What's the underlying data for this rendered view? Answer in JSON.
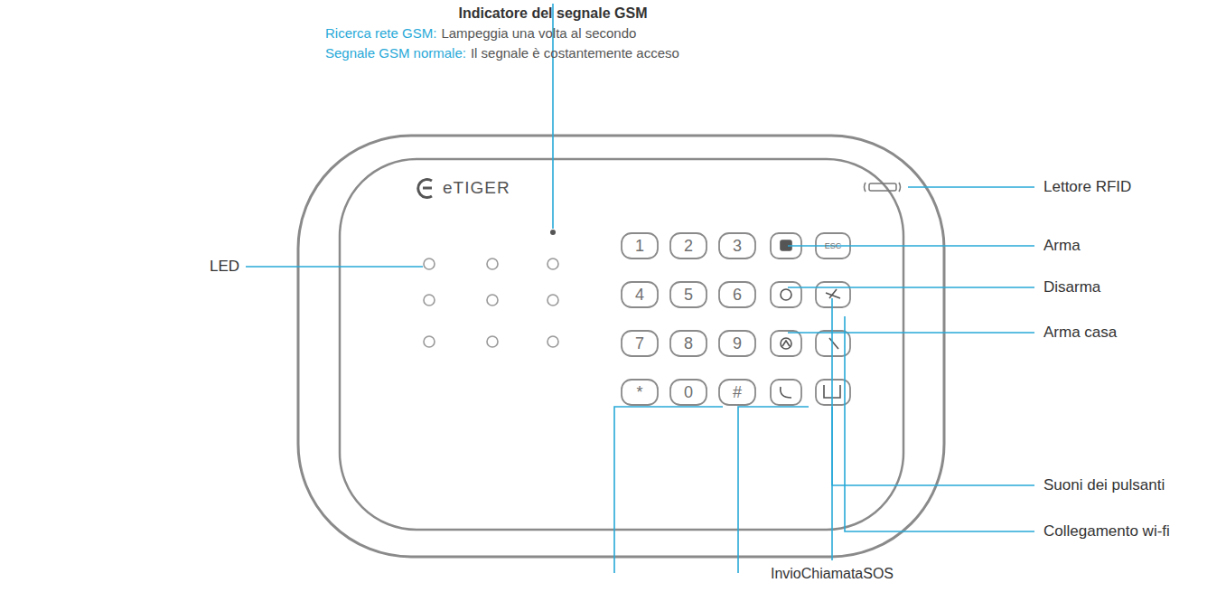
{
  "diagram": {
    "labels": [
      "Indicatore del segnale GSM",
      "Ricerca rete GSM:",
      "Lampeggia una volta al secondo",
      "Segnale GSM normale:",
      "Il segnale è costantemente acceso",
      "eTIGER",
      "LED",
      "Lettore RFID",
      "Arma",
      "Disarma",
      "Arma casa",
      "Suoni dei pulsanti",
      "Collegamento wi-fi",
      "InvioChiamataSOS",
      "1",
      "2",
      "3",
      "ESC",
      "4",
      "5",
      "6",
      "7",
      "8",
      "9",
      "*",
      "0",
      "#"
    ]
  }
}
